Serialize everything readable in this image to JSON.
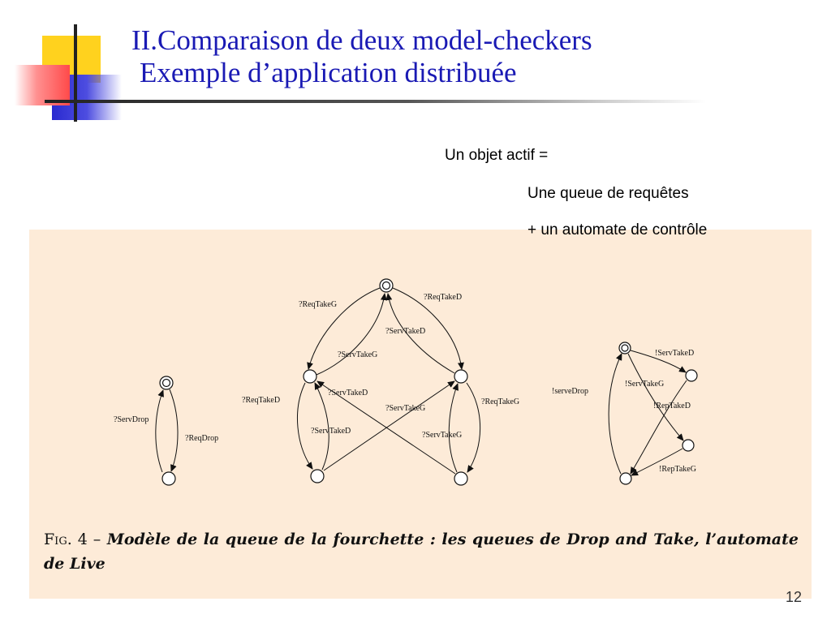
{
  "title": {
    "line1": "II.Comparaison de deux model-checkers",
    "line2": "Exemple d’application distribuée"
  },
  "notes": {
    "line1": "Un objet actif =",
    "line2": "Une queue de requêtes",
    "line3": "+ un automate de contrôle"
  },
  "diagram": {
    "labels": {
      "serv_drop": "?ServDrop",
      "req_drop": "?ReqDrop",
      "req_take_g_top": "?ReqTakeG",
      "req_take_d_top": "?ReqTakeD",
      "serv_take_d_top": "?ServTakeD",
      "serv_take_g_top": "?ServTakeG",
      "req_take_d_left": "?ReqTakeD",
      "serv_take_d_cross": "?ServTakeD",
      "serv_take_g_cross": "?ServTakeG",
      "req_take_g_right": "?ReqTakeG",
      "serv_take_d_low": "?ServTakeD",
      "serv_take_g_low": "?ServTakeG",
      "serv_take_d_out": "!ServTakeD",
      "serv_take_g_out": "!ServTakeG",
      "serve_drop_out": "!serveDrop",
      "rep_take_d_out": "!RepTakeD",
      "rep_take_g_out": "!RepTakeG"
    }
  },
  "caption": {
    "fig": "Fig. 4 –",
    "text": "Modèle de la queue de la fourchette : les queues de Drop and Take, l’automate de Live"
  },
  "page_number": "12",
  "colors": {
    "title": "#1a1ab4",
    "figure_bg": "#fdebd8",
    "logo_yellow": "#ffd21e",
    "logo_red": "#ff4a4a",
    "logo_blue": "#2a2ad0"
  }
}
